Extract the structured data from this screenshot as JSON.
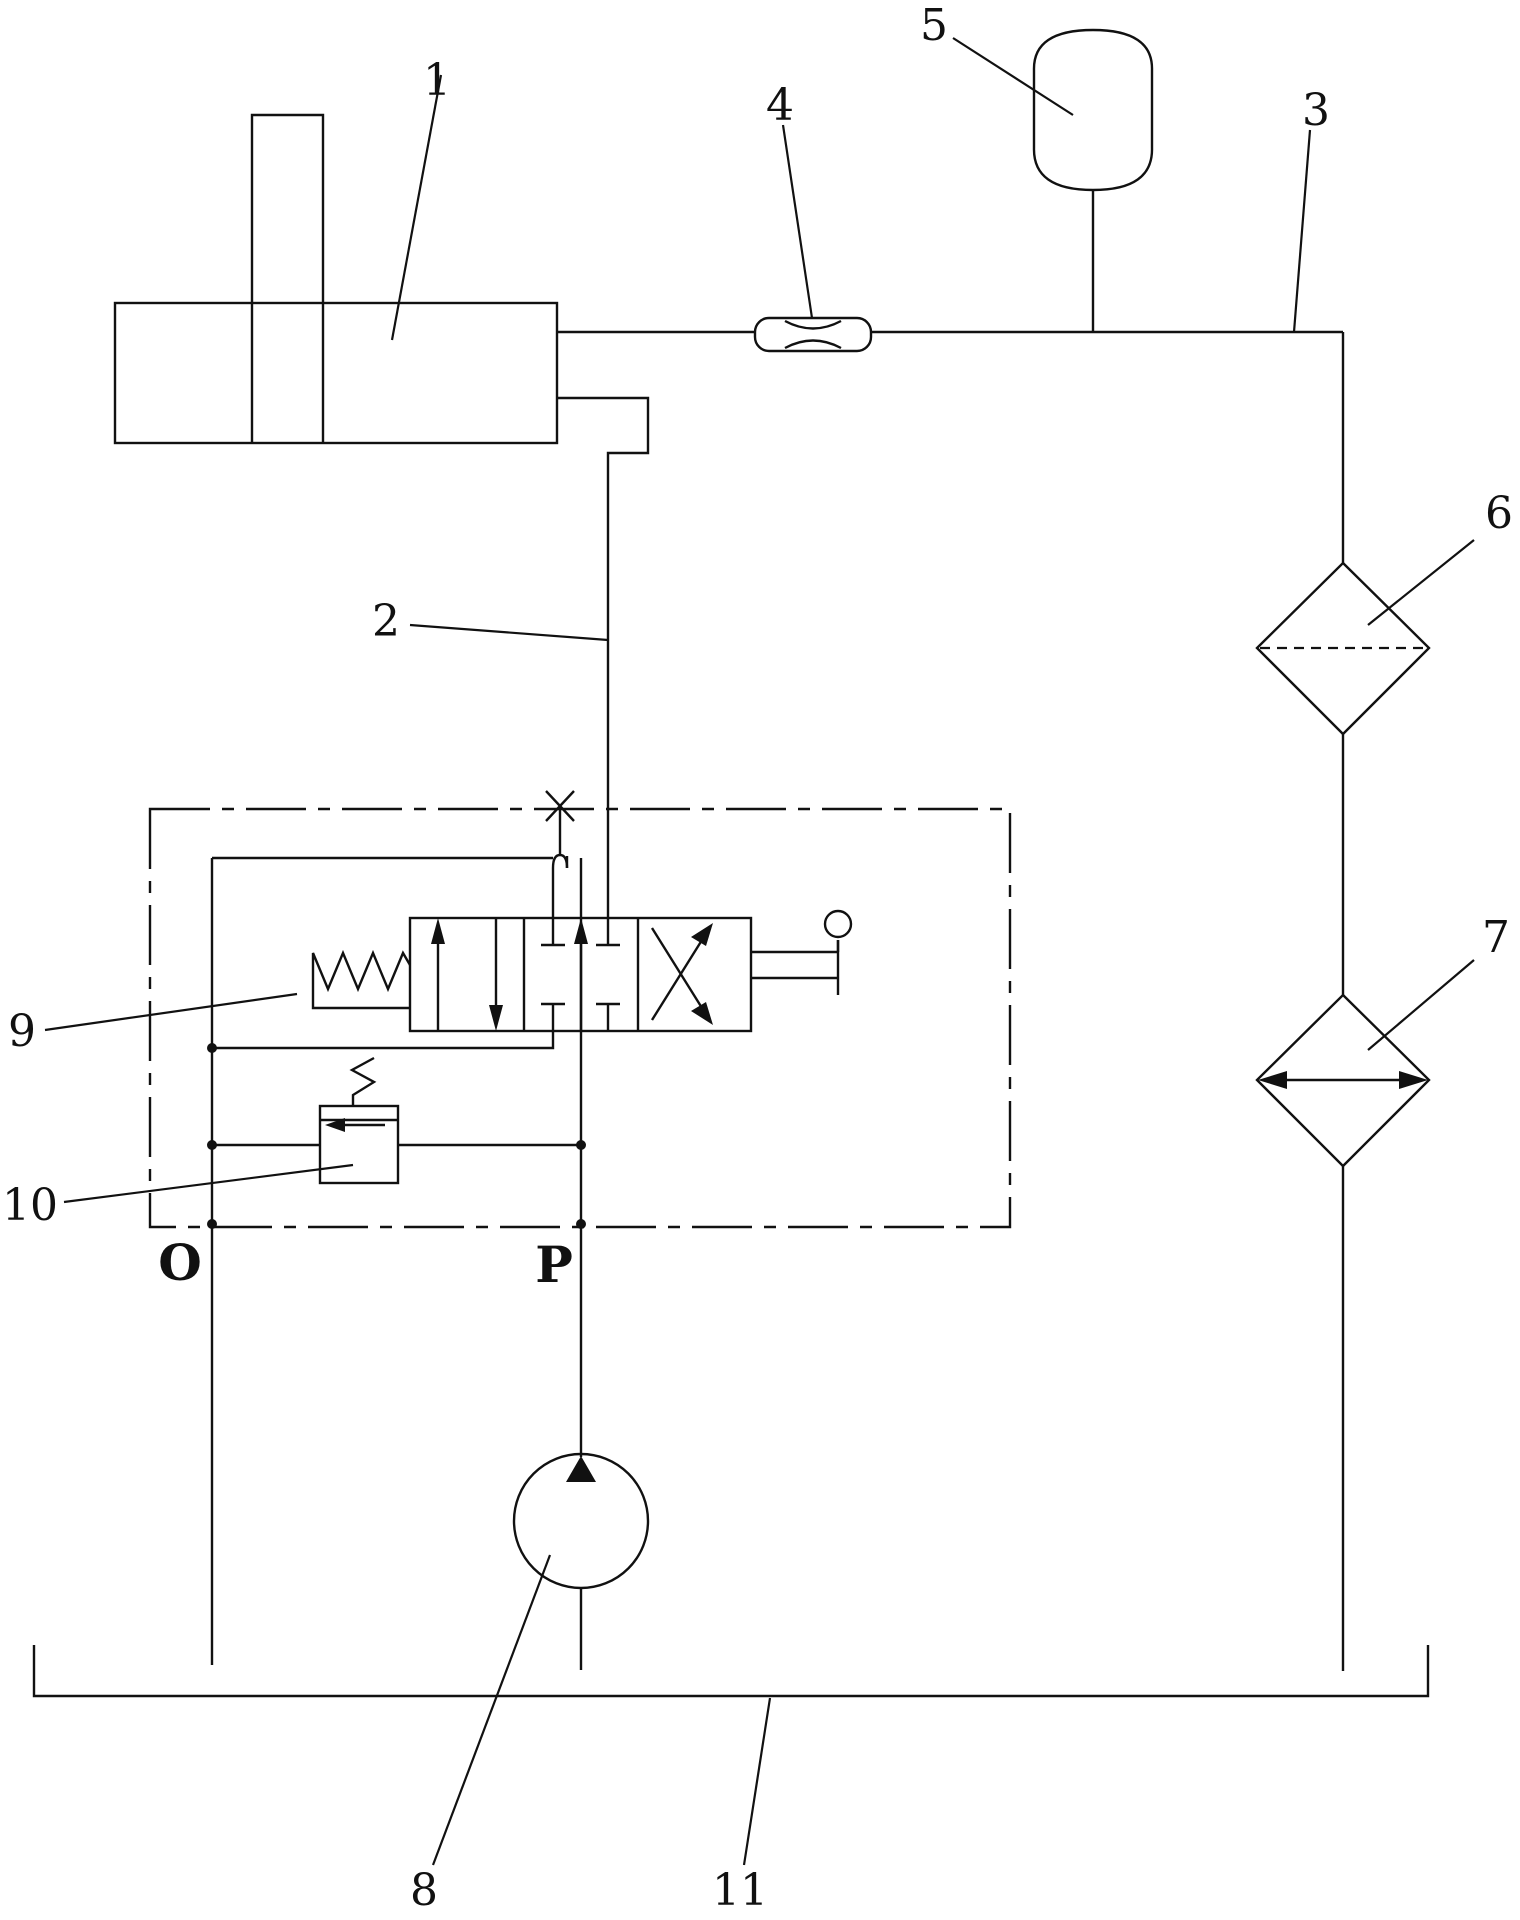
{
  "labels": {
    "n1": "1",
    "n2": "2",
    "n3": "3",
    "n4": "4",
    "n5": "5",
    "n6": "6",
    "n7": "7",
    "n8": "8",
    "n9": "9",
    "n10": "10",
    "n11": "11"
  },
  "ports": {
    "o": "O",
    "p": "P"
  },
  "colors": {
    "line": "#111111",
    "background": "#ffffff"
  }
}
